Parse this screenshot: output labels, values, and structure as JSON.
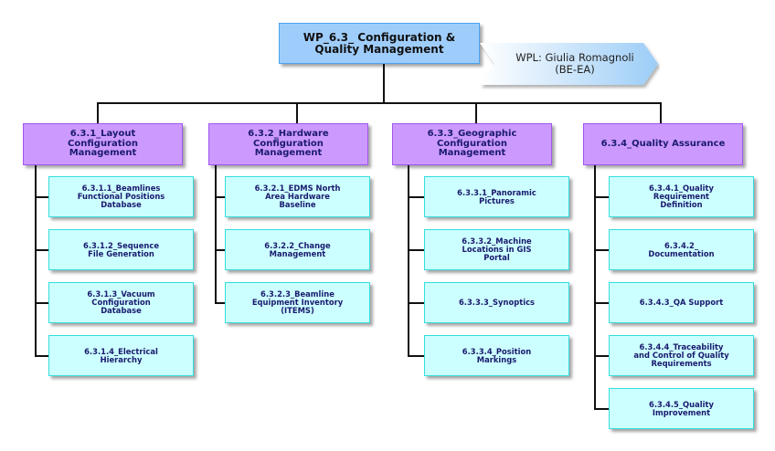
{
  "colors": {
    "root_fill": "#9fcdfb",
    "root_border": "#4aa3f2",
    "level2_fill": "#cc99ff",
    "level2_border": "#a155f0",
    "level3_fill": "#ccffff",
    "level3_border": "#33dede",
    "text": "#1a1a6e",
    "connector": "#111111"
  },
  "root": {
    "line1": "WP_6.3_ Configuration &",
    "line2": "Quality Management"
  },
  "wpl": {
    "line1": "WPL: Giulia Romagnoli",
    "line2": "(BE-EA)"
  },
  "branches": [
    {
      "title": [
        "6.3.1_Layout",
        "Configuration",
        "Management"
      ],
      "children": [
        [
          "6.3.1.1_Beamlines",
          "Functional Positions",
          "Database"
        ],
        [
          "6.3.1.2_Sequence",
          "File Generation"
        ],
        [
          "6.3.1.3_Vacuum",
          "Configuration",
          "Database"
        ],
        [
          "6.3.1.4_Electrical",
          "Hierarchy"
        ]
      ]
    },
    {
      "title": [
        "6.3.2_Hardware",
        "Configuration",
        "Management"
      ],
      "children": [
        [
          "6.3.2.1_EDMS North",
          "Area Hardware",
          "Baseline"
        ],
        [
          "6.3.2.2_Change",
          "Management"
        ],
        [
          "6.3.2.3_Beamline",
          "Equipment Inventory",
          "(ITEMS)"
        ]
      ]
    },
    {
      "title": [
        "6.3.3_Geographic",
        "Configuration",
        "Management"
      ],
      "children": [
        [
          "6.3.3.1_Panoramic",
          "Pictures"
        ],
        [
          "6.3.3.2_Machine",
          "Locations in GIS",
          "Portal"
        ],
        [
          "6.3.3.3_Synoptics"
        ],
        [
          "6.3.3.4_Position",
          "Markings"
        ]
      ]
    },
    {
      "title": [
        "6.3.4_Quality Assurance"
      ],
      "children": [
        [
          "6.3.4.1_Quality",
          "Requirement",
          "Definition"
        ],
        [
          "6.3.4.2_",
          "Documentation"
        ],
        [
          "6.3.4.3_QA Support"
        ],
        [
          "6.3.4.4_Traceability",
          "and Control of Quality",
          "Requirements"
        ],
        [
          "6.3.4.5_Quality",
          "Improvement"
        ]
      ]
    }
  ]
}
